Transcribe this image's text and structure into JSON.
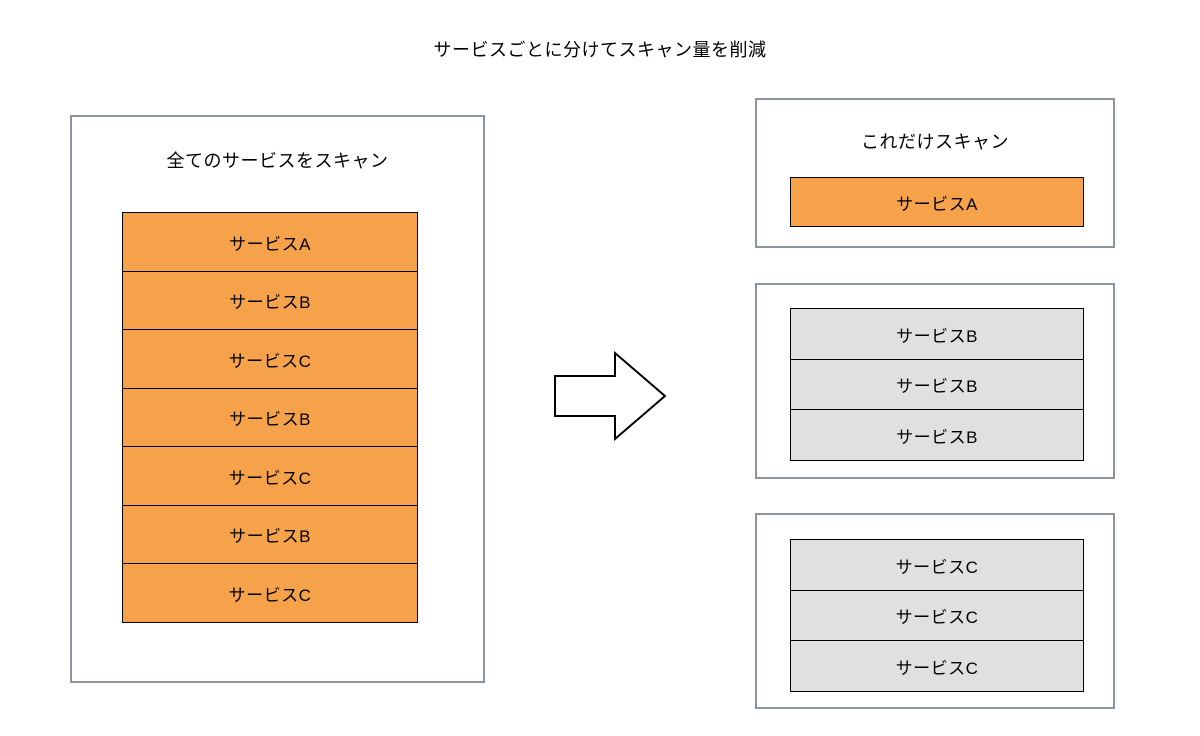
{
  "title": "サービスごとに分けてスキャン量を削減",
  "left_panel": {
    "title": "全てのサービスをスキャン",
    "items": [
      "サービスA",
      "サービスB",
      "サービスC",
      "サービスB",
      "サービスC",
      "サービスB",
      "サービスC"
    ]
  },
  "right_panels": [
    {
      "title": "これだけスキャン",
      "items": [
        "サービスA"
      ]
    },
    {
      "items": [
        "サービスB",
        "サービスB",
        "サービスB"
      ]
    },
    {
      "items": [
        "サービスC",
        "サービスC",
        "サービスC"
      ]
    }
  ],
  "arrow_icon": "right-block-arrow",
  "colors": {
    "orange": "#F5A24B",
    "gray": "#E0E0E0",
    "panel_border": "#8A94A3",
    "row_border": "#000000"
  }
}
